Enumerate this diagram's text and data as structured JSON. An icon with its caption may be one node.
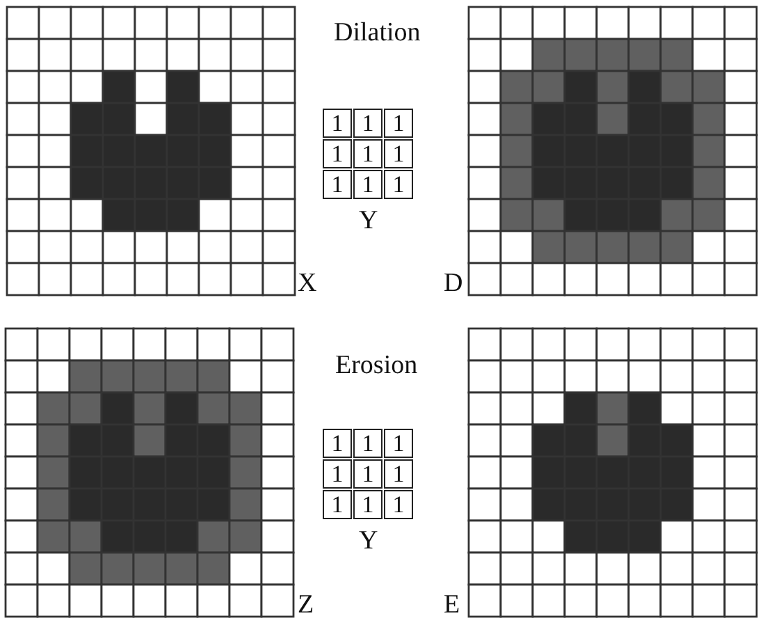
{
  "diagram": {
    "labels": [
      "Dilation",
      "1",
      "1",
      "1",
      "1",
      "1",
      "1",
      "1",
      "1",
      "1",
      "Y",
      "X",
      "D",
      "Erosion",
      "1",
      "1",
      "1",
      "1",
      "1",
      "1",
      "1",
      "1",
      "1",
      "Y",
      "Z",
      "E"
    ]
  }
}
